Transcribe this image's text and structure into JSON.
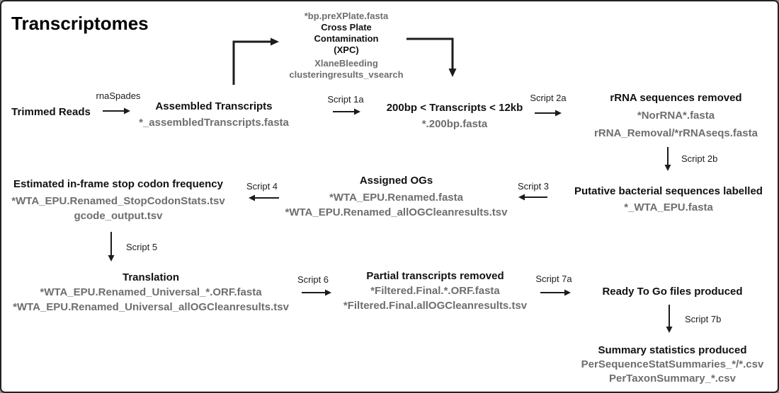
{
  "diagram_title": "Transcriptomes",
  "colors": {
    "heading_text": "#111111",
    "file_text": "#6e6e6e",
    "arrow": "#1c1c1c",
    "background": "#ffffff"
  },
  "nodes": {
    "trimmed_reads": {
      "title": "Trimmed Reads"
    },
    "assembled": {
      "title": "Assembled Transcripts",
      "file1": "*_assembledTranscripts.fasta"
    },
    "xpc": {
      "file_top": "*bp.preXPlate.fasta",
      "title_line1": "Cross Plate",
      "title_line2": "Contamination",
      "title_line3": "(XPC)",
      "file1": "XlaneBleeding",
      "file2": "clusteringresults_vsearch"
    },
    "size_filter": {
      "title": "200bp < Transcripts < 12kb",
      "file1": "*.200bp.fasta"
    },
    "rrna_removed": {
      "title": "rRNA sequences removed",
      "file1": "*NorRNA*.fasta",
      "file2": "rRNA_Removal/*rRNAseqs.fasta"
    },
    "bacterial_labelled": {
      "title": "Putative bacterial sequences labelled",
      "file1": "*_WTA_EPU.fasta"
    },
    "assigned_ogs": {
      "title": "Assigned OGs",
      "file1": "*WTA_EPU.Renamed.fasta",
      "file2": "*WTA_EPU.Renamed_allOGCleanresults.tsv"
    },
    "stop_codon": {
      "title": "Estimated in-frame stop codon frequency",
      "file1": "*WTA_EPU.Renamed_StopCodonStats.tsv",
      "file2": "gcode_output.tsv"
    },
    "translation": {
      "title": "Translation",
      "file1": "*WTA_EPU.Renamed_Universal_*.ORF.fasta",
      "file2": "*WTA_EPU.Renamed_Universal_allOGCleanresults.tsv"
    },
    "partial_removed": {
      "title": "Partial transcripts removed",
      "file1": "*Filtered.Final.*.ORF.fasta",
      "file2": "*Filtered.Final.allOGCleanresults.tsv"
    },
    "ready_to_go": {
      "title": "Ready To Go files produced"
    },
    "summary": {
      "title": "Summary statistics produced",
      "file1": "PerSequenceStatSummaries_*/*.csv",
      "file2": "PerTaxonSummary_*.csv"
    }
  },
  "labels": {
    "rnaspades": "rnaSpades",
    "script_1a": "Script 1a",
    "script_2a": "Script 2a",
    "script_2b": "Script 2b",
    "script_3": "Script 3",
    "script_4": "Script 4",
    "script_5": "Script 5",
    "script_6": "Script 6",
    "script_7a": "Script 7a",
    "script_7b": "Script 7b"
  }
}
